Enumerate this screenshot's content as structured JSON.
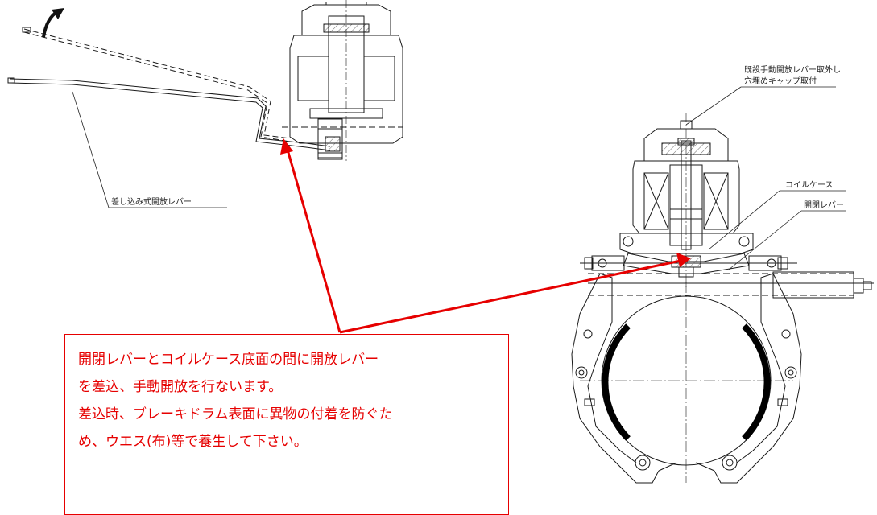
{
  "labels": {
    "insert_lever": "差し込み式開放レバー",
    "cap_line1": "既設手動開放レバー取外し",
    "cap_line2": "穴埋めキャップ取付",
    "coil_case": "コイルケース",
    "open_close_lever": "開閉レバー"
  },
  "callout": {
    "line1": "開閉レバーとコイルケース底面の間に開放レバー",
    "line2": "を差込、手動開放を行ないます。",
    "line3": "差込時、ブレーキドラム表面に異物の付着を防ぐた",
    "line4": "め、ウエス(布)等で養生して下さい。"
  },
  "colors": {
    "accent": "#e60000",
    "line": "#1a1a1a"
  }
}
